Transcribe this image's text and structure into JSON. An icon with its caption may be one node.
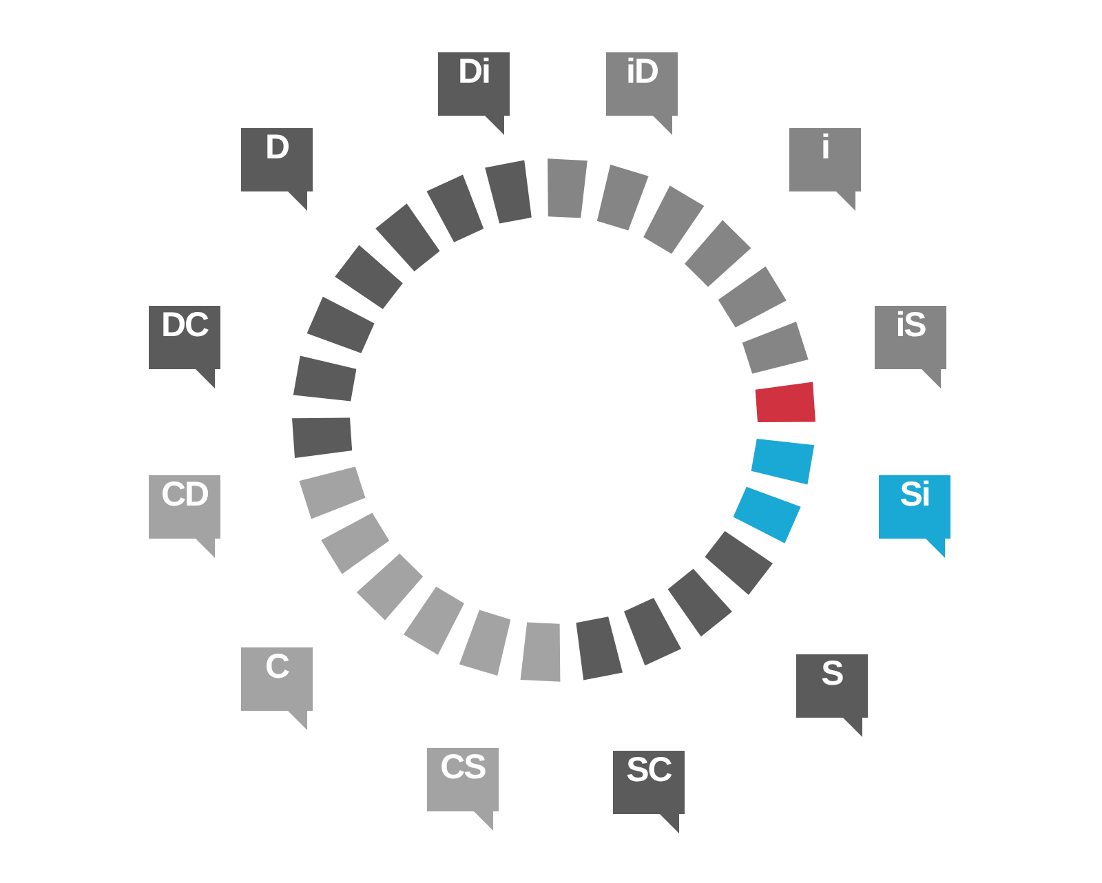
{
  "diagram": {
    "nodes": [
      {
        "text": [
          "Di"
        ]
      },
      {
        "text": [
          "iD"
        ]
      },
      {
        "text": [
          "D"
        ]
      },
      {
        "text": [
          "i"
        ]
      },
      {
        "text": [
          "DC"
        ]
      },
      {
        "text": [
          "iS"
        ]
      },
      {
        "text": [
          "CD"
        ]
      },
      {
        "text": [
          "Si"
        ]
      },
      {
        "text": [
          "C"
        ]
      },
      {
        "text": [
          "S"
        ]
      },
      {
        "text": [
          "CS"
        ]
      },
      {
        "text": [
          "SC"
        ]
      }
    ]
  }
}
